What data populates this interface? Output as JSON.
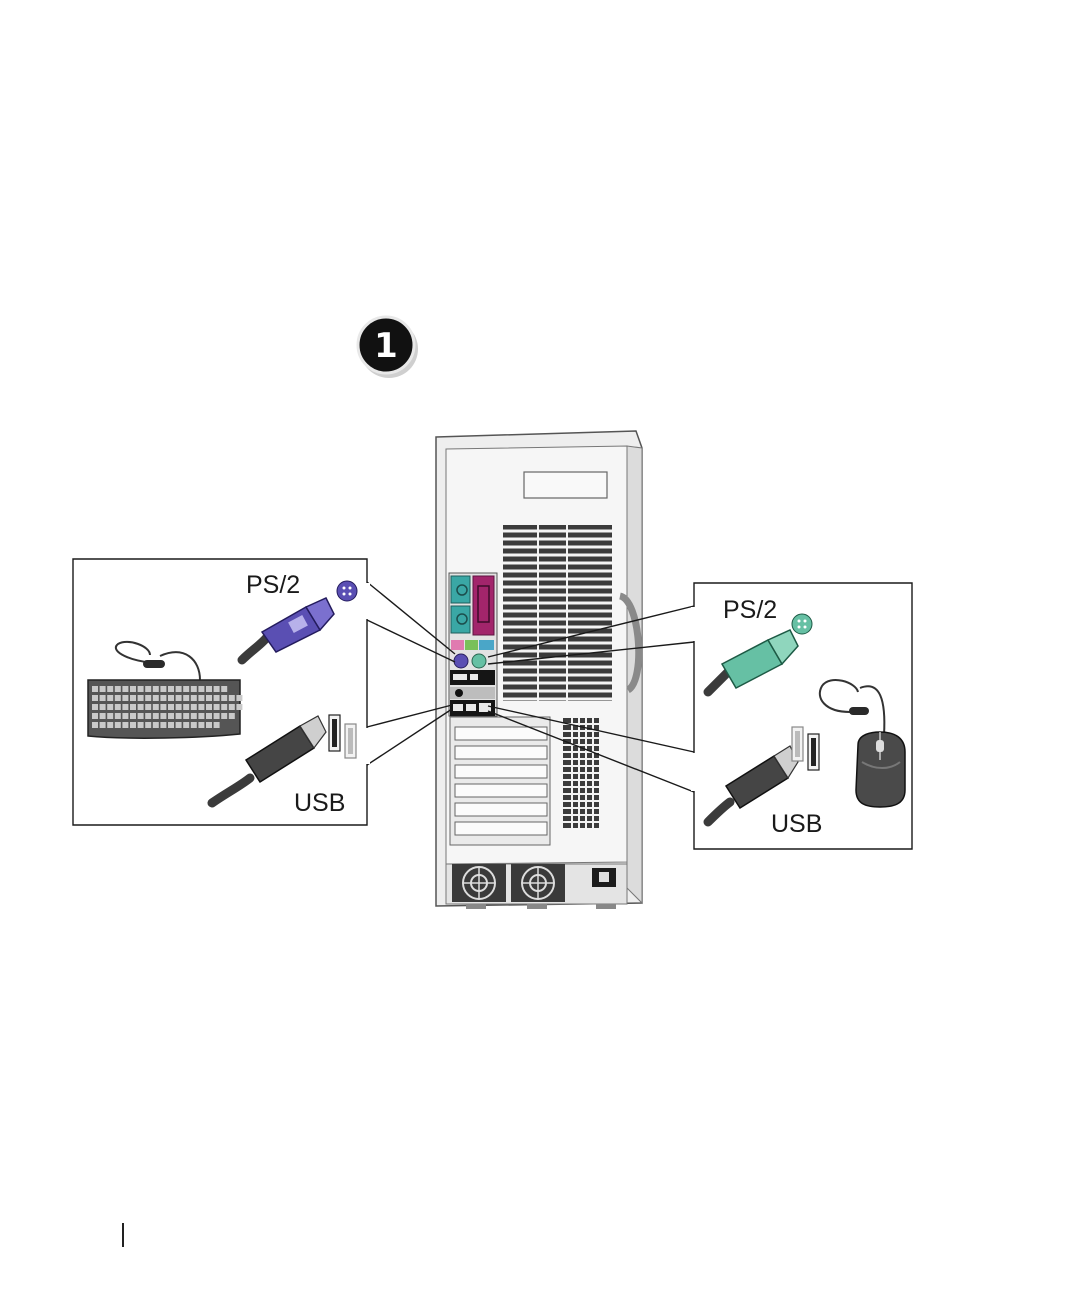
{
  "step": {
    "number": "1"
  },
  "keyboard_panel": {
    "ps2_label": "PS/2",
    "usb_label": "USB"
  },
  "mouse_panel": {
    "ps2_label": "PS/2",
    "usb_label": "USB"
  },
  "colors": {
    "keyboard_connector": "#5a4fb3",
    "mouse_connector": "#66c0a4",
    "serial_port": "#3aa7a5",
    "parallel_port": "#a2256b",
    "audio_pink": "#e07ab0",
    "audio_green": "#79c05a",
    "audio_blue": "#4aa6c8",
    "device_body": "#4a4a4a"
  }
}
